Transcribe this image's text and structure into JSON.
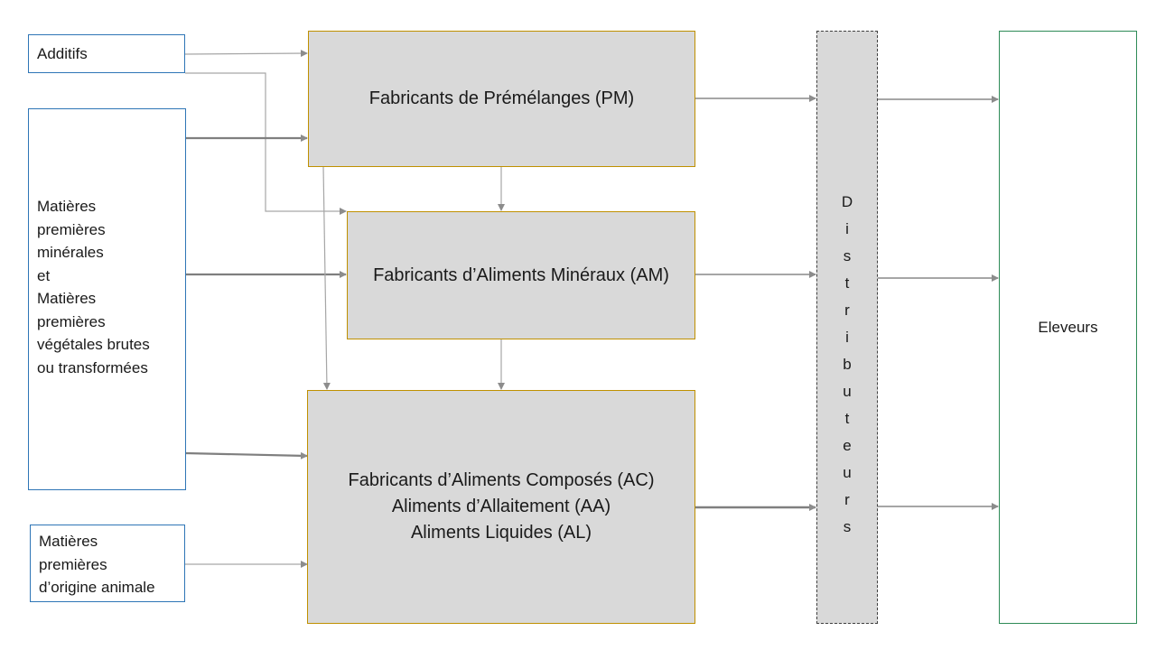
{
  "sources": {
    "additifs": [
      "Additifs"
    ],
    "matieres_mv": [
      "Matières",
      "premières",
      "minérales",
      "et",
      "Matières",
      "premières",
      "végétales brutes",
      "ou transformées"
    ],
    "matieres_animal": [
      "Matières",
      "premières",
      "d’origine animale"
    ]
  },
  "manufacturers": {
    "pm": [
      "Fabricants de Prémélanges (PM)"
    ],
    "am": [
      "Fabricants d’Aliments Minéraux (AM)"
    ],
    "ac": [
      "Fabricants d’Aliments Composés (AC)",
      "Aliments d’Allaitement (AA)",
      "Aliments Liquides (AL)"
    ]
  },
  "distributeurs": {
    "letters": [
      "D",
      "i",
      "s",
      "t",
      "r",
      "i",
      "b",
      "u",
      "t",
      "e",
      "u",
      "r",
      "s"
    ]
  },
  "eleveurs": {
    "label": "Eleveurs"
  },
  "colors": {
    "source_border": "#2e75b6",
    "manufacturer_border": "#bf9000",
    "manufacturer_fill": "#d9d9d9",
    "eleveurs_border": "#2e8b57",
    "arrow_light": "#a6a6a6",
    "arrow_dark": "#7f7f7f"
  }
}
